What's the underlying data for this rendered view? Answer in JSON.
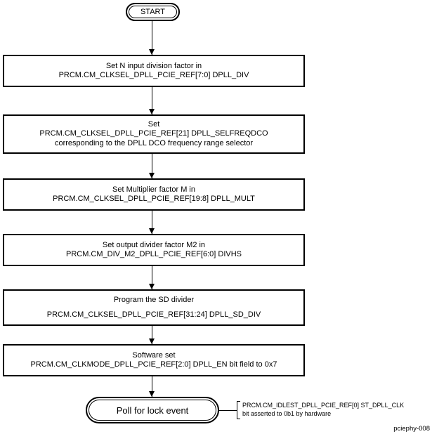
{
  "diagram": {
    "start_label": "START",
    "end_label": "Poll for lock event",
    "steps": [
      {
        "lines": [
          "Set N input division factor in",
          "PRCM.CM_CLKSEL_DPLL_PCIE_REF[7:0] DPLL_DIV"
        ]
      },
      {
        "lines": [
          "Set",
          "PRCM.CM_CLKSEL_DPLL_PCIE_REF[21] DPLL_SELFREQDCO",
          "corresponding to the DPLL DCO frequency range selector"
        ]
      },
      {
        "lines": [
          "Set Multiplier factor M in",
          "PRCM.CM_CLKSEL_DPLL_PCIE_REF[19:8] DPLL_MULT"
        ]
      },
      {
        "lines": [
          "Set output divider factor M2 in",
          "PRCM.CM_DIV_M2_DPLL_PCIE_REF[6:0] DIVHS"
        ]
      },
      {
        "lines": [
          "Program the SD divider",
          "PRCM.CM_CLKSEL_DPLL_PCIE_REF[31:24] DPLL_SD_DIV"
        ]
      },
      {
        "lines": [
          "Software set",
          "PRCM.CM_CLKMODE_DPLL_PCIE_REF[2:0] DPLL_EN bit field to 0x7"
        ]
      }
    ],
    "annotation": {
      "lines": [
        "PRCM.CM_IDLEST_DPLL_PCIE_REF[0] ST_DPLL_CLK",
        "bit asserted to 0b1 by hardware"
      ]
    },
    "figure_id": "pciephy-008",
    "colors": {
      "line": "#000000",
      "background": "#ffffff"
    }
  }
}
